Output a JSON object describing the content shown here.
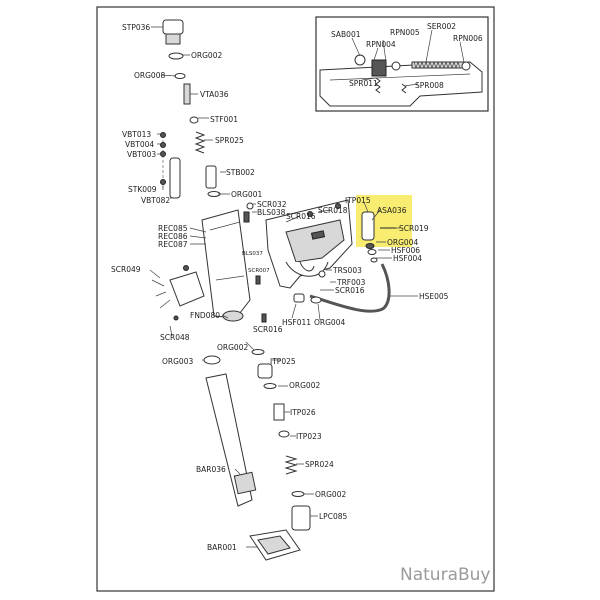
{
  "watermark": "NaturaBuy",
  "highlight_color": "#f5e642",
  "callouts": {
    "STP036": "STP036",
    "ORG002": "ORG002",
    "ORG008": "ORG008",
    "VTA036": "VTA036",
    "STF001": "STF001",
    "SPR025": "SPR025",
    "VBT013": "VBT013",
    "VBT004": "VBT004",
    "VBT003": "VBT003",
    "STB002": "STB002",
    "ORG001": "ORG001",
    "STK009": "STK009",
    "VBT082": "VBT082",
    "SCR032": "SCR032",
    "BLS038": "BLS038",
    "SCR016": "SCR016",
    "SCR018": "SCR018",
    "ITP015": "ITP015",
    "ASA036": "ASA036",
    "SCR019": "SCR019",
    "ORG004": "ORG004",
    "HSF006": "HSF006",
    "HSF004": "HSF004",
    "REC085": "REC085",
    "REC086": "REC086",
    "REC087": "REC087",
    "BLS037": "BLS037",
    "SCR007": "SCR007",
    "TRS003": "TRS003",
    "TRF003": "TRF003",
    "SCR049": "SCR049",
    "HSE005": "HSE005",
    "FND080": "FND080",
    "HSF011": "HSF011",
    "SCR048": "SCR048",
    "ITP025": "ITP025",
    "ORG003": "ORG003",
    "ITP026": "ITP026",
    "ITP023": "ITP023",
    "BAR036": "BAR036",
    "SPR024": "SPR024",
    "LPC085": "LPC085",
    "BAR001": "BAR001",
    "SAB001": "SAB001",
    "RPN005": "RPN005",
    "SER002": "SER002",
    "RPN004": "RPN004",
    "RPN006": "RPN006",
    "SPR011": "SPR011",
    "SPR008": "SPR008"
  }
}
